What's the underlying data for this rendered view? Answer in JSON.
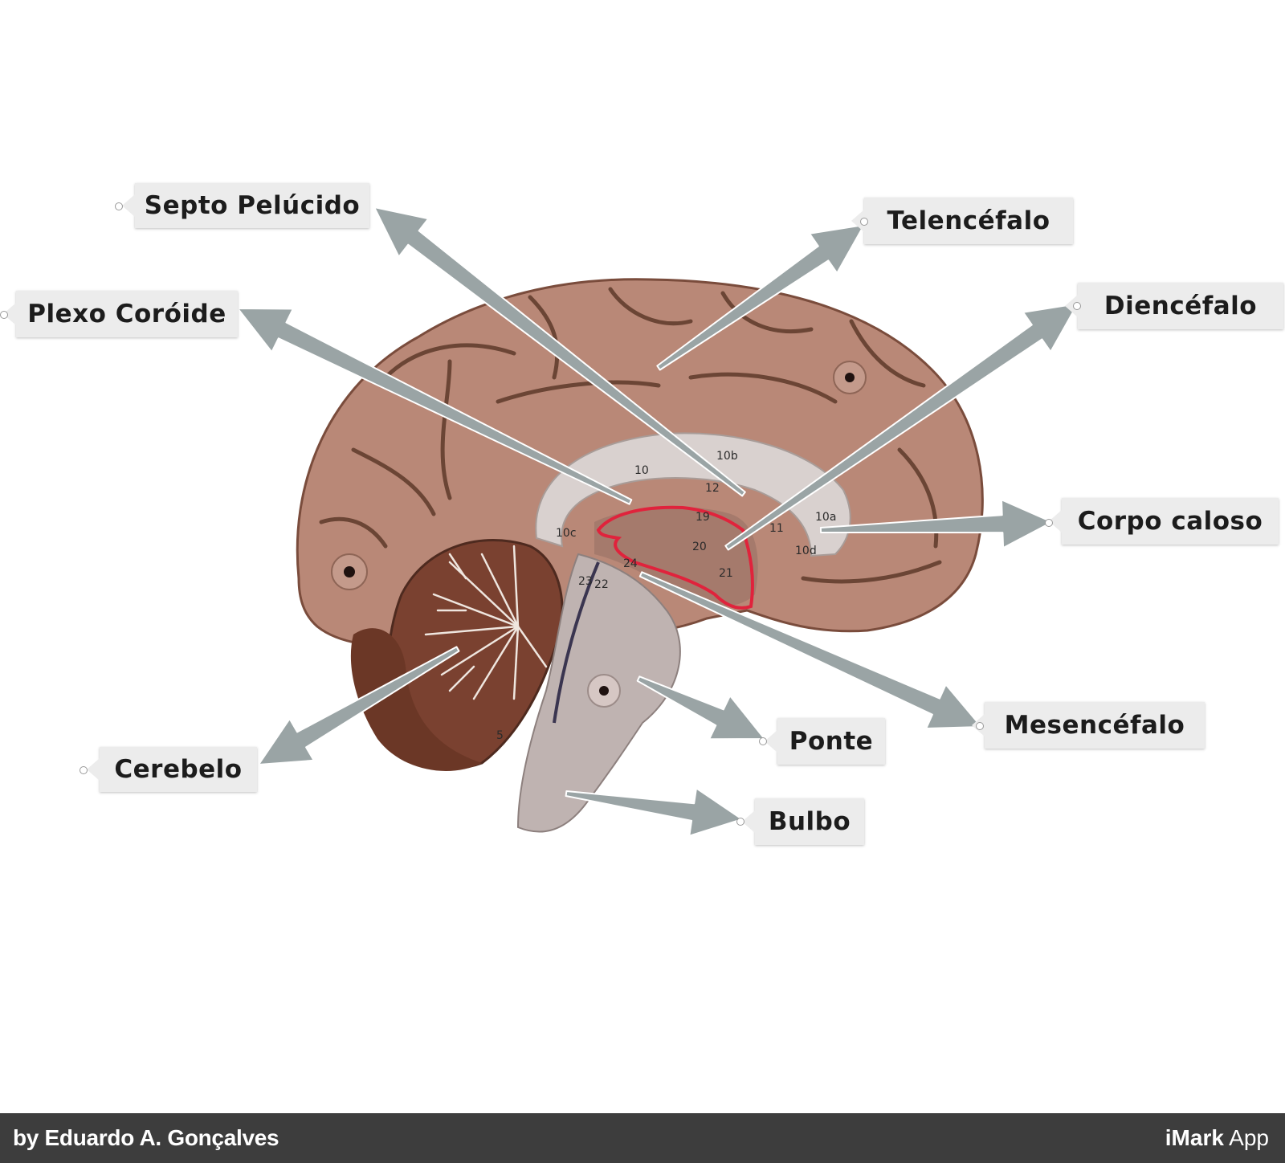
{
  "labels": [
    {
      "id": "septo",
      "text": "Septo Pelúcido"
    },
    {
      "id": "telencefalo",
      "text": "Telencéfalo"
    },
    {
      "id": "plexo",
      "text": "Plexo Coróide"
    },
    {
      "id": "diencefalo",
      "text": "Diencéfalo"
    },
    {
      "id": "corpo",
      "text": "Corpo caloso"
    },
    {
      "id": "mesencefalo",
      "text": "Mesencéfalo"
    },
    {
      "id": "ponte",
      "text": "Ponte"
    },
    {
      "id": "cerebelo",
      "text": "Cerebelo"
    },
    {
      "id": "bulbo",
      "text": "Bulbo"
    }
  ],
  "model_numbers": [
    "10",
    "10b",
    "12",
    "10c",
    "19",
    "20",
    "10a",
    "11",
    "10d",
    "21",
    "24",
    "22",
    "23",
    "5"
  ],
  "footer": {
    "author": "by Eduardo A. Gonçalves",
    "brand_bold": "iMark",
    "brand_regular": "App"
  },
  "colors": {
    "arrow": "#9aa4a5",
    "brain": "#b98877",
    "brain_dark": "#6b4535",
    "callosum": "#d9d1cf",
    "cerebellum": "#7a4130",
    "brainstem": "#bfb3b1",
    "outline_marker": "#e0233c",
    "label_bg": "#ececec",
    "footer_bg": "#3d3d3d"
  }
}
